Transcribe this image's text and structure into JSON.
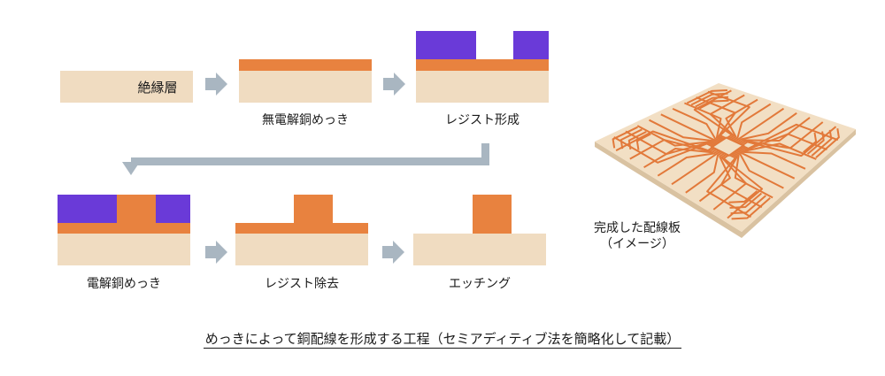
{
  "colors": {
    "substrate": "#f0dcc1",
    "copper": "#e8823f",
    "resist": "#6a3ad8",
    "arrow": "#a9b6c1",
    "board_top": "#f2dfc4",
    "board_side": "#d9c2a1",
    "trace": "#e2793a"
  },
  "steps": {
    "insulation_label": "絶縁層",
    "plating_label": "無電解銅めっき",
    "resist_label": "レジスト形成",
    "electro_label": "電解銅めっき",
    "remove_label": "レジスト除去",
    "etch_label": "エッチング"
  },
  "board": {
    "label_line1": "完成した配線板",
    "label_line2": "（イメージ）"
  },
  "caption": "めっきによって銅配線を形成する工程（セミアディティブ法を簡略化して記載）"
}
